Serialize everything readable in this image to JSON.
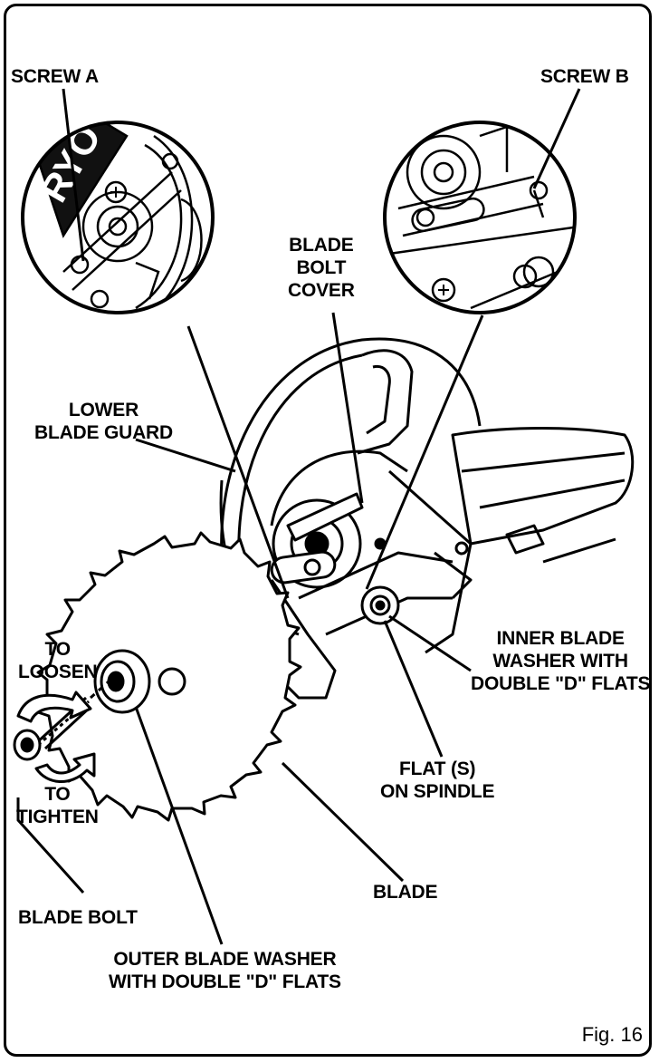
{
  "labels": {
    "screw_a": "SCREW A",
    "screw_b": "SCREW B",
    "blade_bolt_cover": [
      "BLADE",
      "BOLT",
      "COVER"
    ],
    "lower_blade_guard": [
      "LOWER",
      "BLADE GUARD"
    ],
    "to_loosen": [
      "TO",
      "LOOSEN"
    ],
    "inner_blade_washer": [
      "INNER BLADE",
      "WASHER WITH",
      "DOUBLE \"D\" FLATS"
    ],
    "flat_on_spindle": [
      "FLAT (S)",
      "ON SPINDLE"
    ],
    "to_tighten": [
      "TO",
      "TIGHTEN"
    ],
    "blade": "BLADE",
    "blade_bolt": "BLADE BOLT",
    "outer_blade_washer": [
      "OUTER BLADE WASHER",
      "WITH DOUBLE \"D\" FLATS"
    ]
  },
  "figure_number": "Fig. 16"
}
